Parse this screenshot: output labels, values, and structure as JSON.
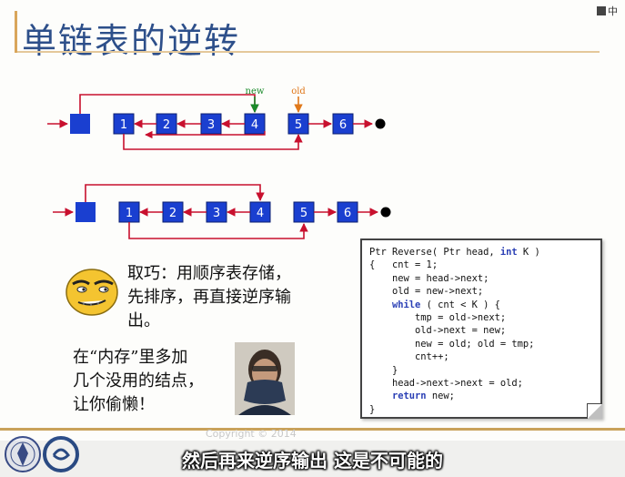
{
  "slide": {
    "title": "单链表的逆转",
    "corner_label": "中"
  },
  "diagram1": {
    "nodes": [
      "1",
      "2",
      "3",
      "4",
      "5",
      "6"
    ],
    "pointer_new": "new",
    "pointer_old": "old",
    "colors": {
      "node": "#1a3fd0",
      "arrow": "#c8102e",
      "new": "#1a8a2a",
      "old": "#e0781a"
    }
  },
  "diagram2": {
    "nodes": [
      "1",
      "2",
      "3",
      "4",
      "5",
      "6"
    ]
  },
  "notes": {
    "trick_lines": [
      "取巧：用顺序表存储，",
      "先排序，再直接逆序输",
      "出。"
    ],
    "memory_lines": [
      "在“内存”里多加",
      "几个没用的结点，",
      "让你偷懒！"
    ]
  },
  "code": {
    "lines": [
      [
        {
          "t": "Ptr Reverse( Ptr head, "
        },
        {
          "t": "int",
          "k": 1
        },
        {
          "t": " K )"
        }
      ],
      [
        {
          "t": "{   cnt = 1;"
        }
      ],
      [
        {
          "t": "    new = head->next;"
        }
      ],
      [
        {
          "t": "    old = new->next;"
        }
      ],
      [
        {
          "t": "    "
        },
        {
          "t": "while",
          "k": 1
        },
        {
          "t": " ( cnt < K ) {"
        }
      ],
      [
        {
          "t": "        tmp = old->next;"
        }
      ],
      [
        {
          "t": "        old->next = new;"
        }
      ],
      [
        {
          "t": "        new = old; old = tmp;"
        }
      ],
      [
        {
          "t": "        cnt++;"
        }
      ],
      [
        {
          "t": "    }"
        }
      ],
      [
        {
          "t": "    head->next->next = old;"
        }
      ],
      [
        {
          "t": "    "
        },
        {
          "t": "return",
          "k": 1
        },
        {
          "t": " new;"
        }
      ],
      [
        {
          "t": "}"
        }
      ]
    ]
  },
  "footer": {
    "faint_text": "Copyright © 2014"
  },
  "subtitle": "然后再来逆序输出 这是不可能的"
}
